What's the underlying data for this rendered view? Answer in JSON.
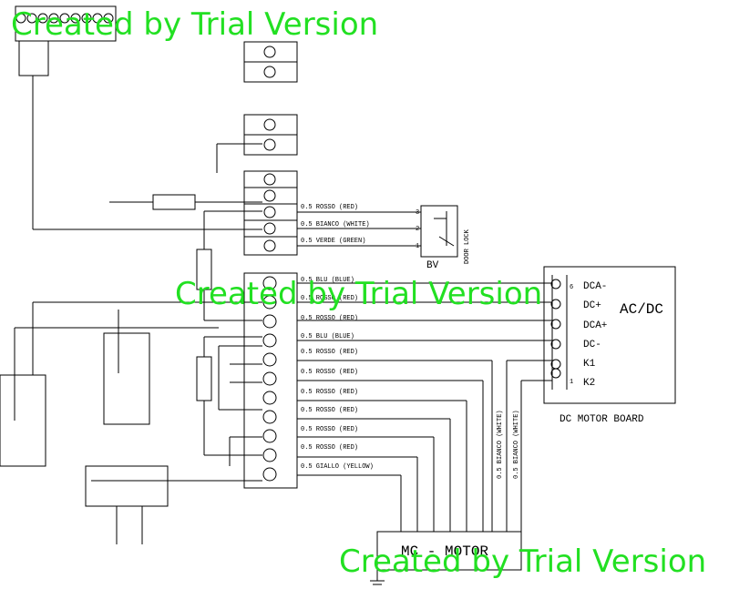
{
  "wire_labels": [
    "0.5 ROSSO (RED)",
    "0.5 BIANCO (WHITE)",
    "0.5 VERDE (GREEN)",
    "0.5 BLU (BLUE)",
    "0.5 ROSSO (RED)",
    "0.5 ROSSO (RED)",
    "0.5 BLU (BLUE)",
    "0.5 ROSSO (RED)",
    "0.5 ROSSO (RED)",
    "0.5 ROSSO (RED)",
    "0.5 ROSSO (RED)",
    "0.5 ROSSO (RED)",
    "0.5 ROSSO (RED)",
    "0.5 GIALLO (YELLOW)"
  ],
  "vertical_labels": [
    "0.5 BIANCO (WHITE)",
    "0.5 BIANCO (WHITE)"
  ],
  "door_lock": {
    "label": "DOOR LOCK",
    "bv": "BV",
    "pins": [
      "3",
      "2",
      "1"
    ]
  },
  "board": {
    "title": "AC/DC",
    "caption": "DC MOTOR BOARD",
    "terminals": [
      "DCA-",
      "DC+",
      "DCA+",
      "DC-",
      "K1",
      "K2"
    ],
    "pin_top": "6",
    "pin_bottom": "1"
  },
  "motor": {
    "label": "MC - MOTOR"
  },
  "watermarks": [
    "Created by Trial Version",
    "Created by Trial Version",
    "Created by Trial Version"
  ],
  "colors": {
    "line": "#000000",
    "watermark": "#22e022",
    "dim_box": "#999999"
  }
}
